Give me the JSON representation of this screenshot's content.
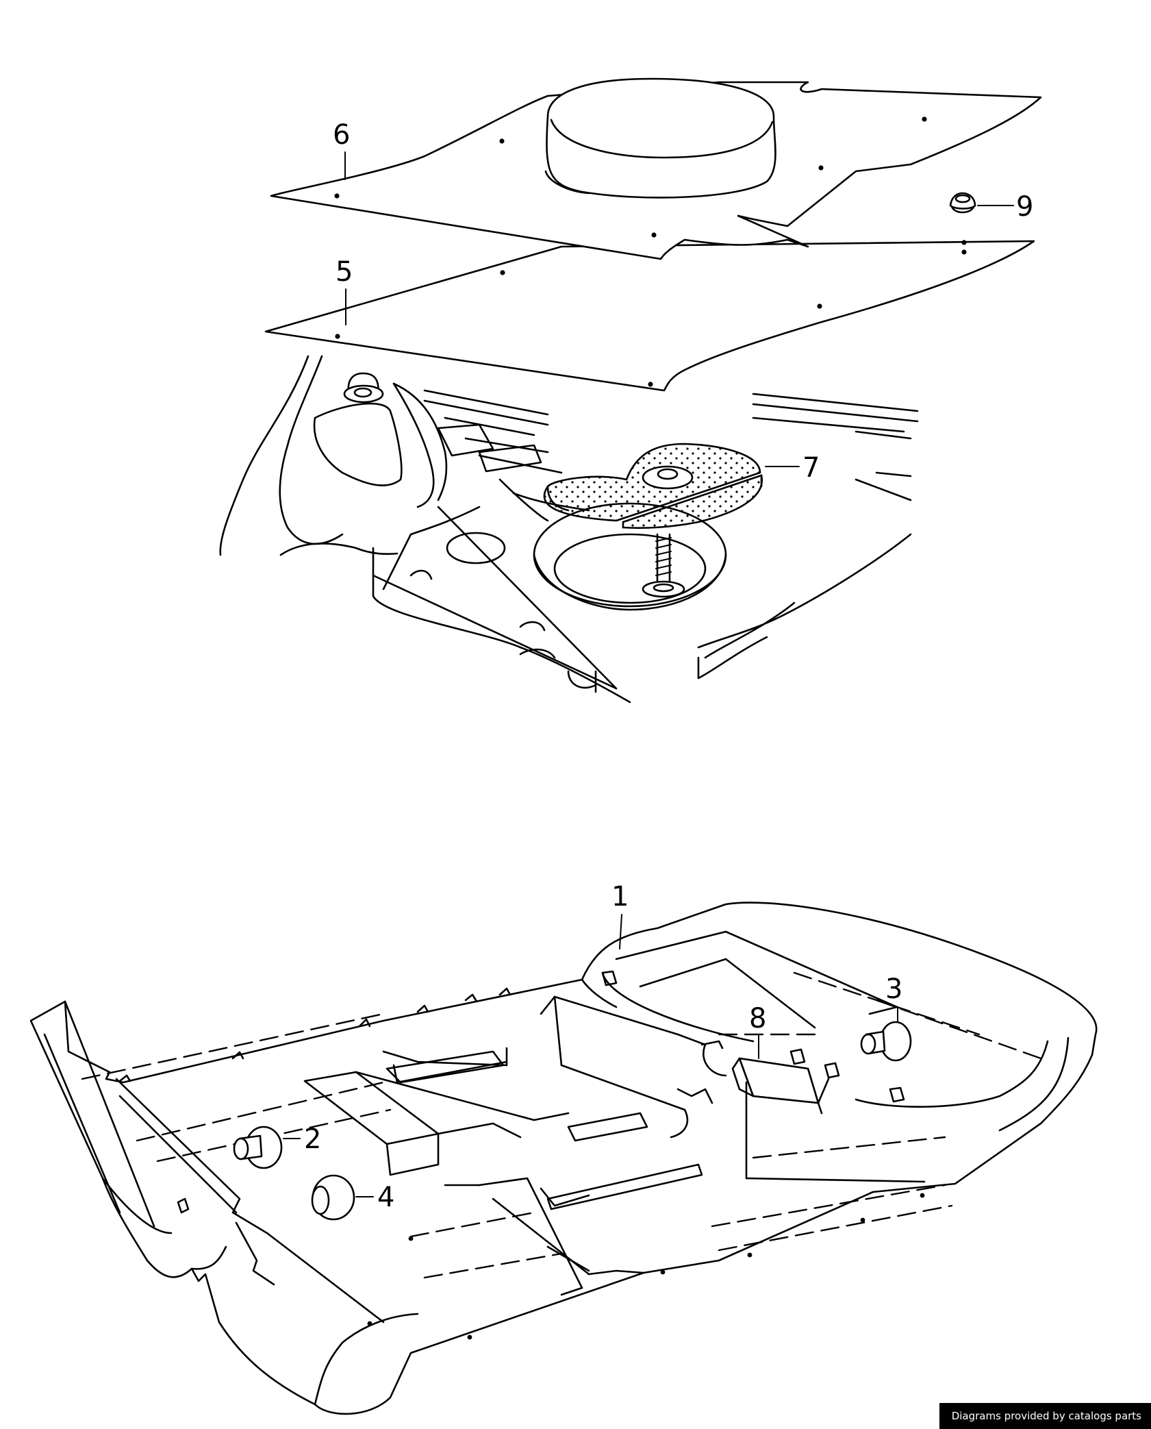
{
  "callouts": {
    "c1": "1",
    "c2": "2",
    "c3": "3",
    "c4": "4",
    "c5": "5",
    "c6": "6",
    "c7": "7",
    "c8": "8",
    "c9": "9"
  },
  "watermark": "Diagrams provided by catalogs parts",
  "colors": {
    "line": "#000000",
    "background": "#ffffff"
  }
}
